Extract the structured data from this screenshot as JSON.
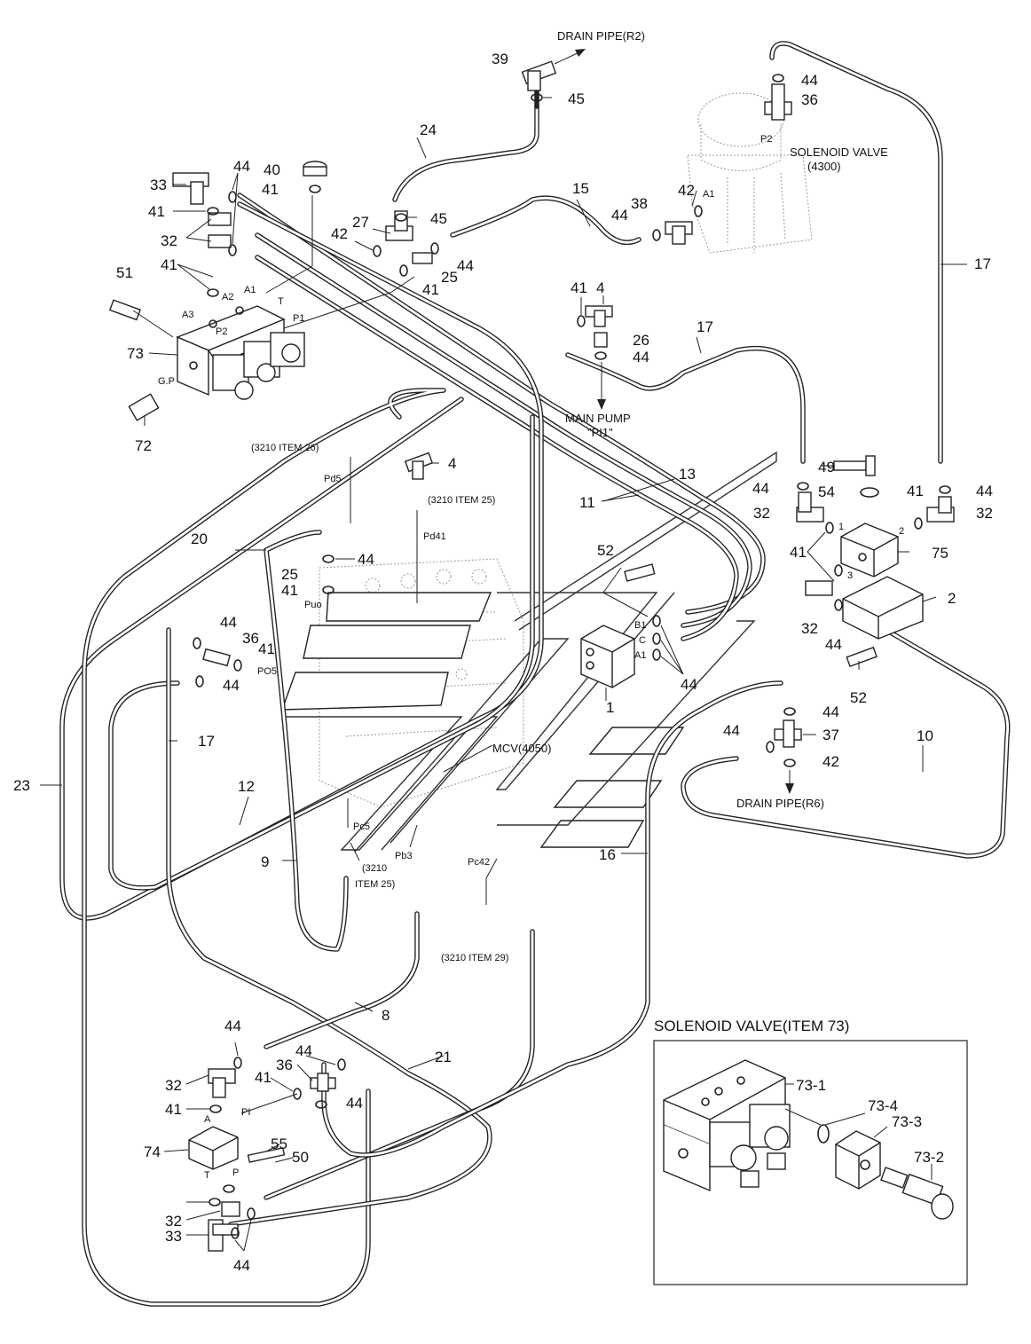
{
  "diagram": {
    "titles": {
      "drain_r2": "DRAIN PIPE(R2)",
      "sol_valve": "SOLENOID VALVE",
      "sol_valve_code": "(4300)",
      "main_pump": "MAIN PUMP",
      "main_pump_port": "\"PI1\"",
      "mcv": "MCV(4050)",
      "drain_r6": "DRAIN PIPE(R6)",
      "inset_title": "SOLENOID VALVE(ITEM 73)"
    },
    "refs": {
      "item26": "(3210 ITEM 26)",
      "item25": "(3210 ITEM 25)",
      "item25_a": "(3210",
      "item25_b": "ITEM 25)",
      "item29": "(3210 ITEM 29)"
    },
    "ports": {
      "a1": "A1",
      "a2": "A2",
      "a3": "A3",
      "t": "T",
      "p1": "P1",
      "p2": "P2",
      "gp": "G.P",
      "pd5": "Pd5",
      "pd41": "Pd41",
      "puo": "Puo",
      "po5": "PO5",
      "pc5": "Pc5",
      "pb3": "Pb3",
      "pc42": "Pc42",
      "b1": "B1",
      "c": "C",
      "a1b": "A1",
      "p2b": "P2",
      "a1c": "A1",
      "n1": "1",
      "n2": "2",
      "n3": "3",
      "a": "A",
      "pi": "PI",
      "tt": "T",
      "pp": "P"
    },
    "parts": {
      "p1": "1",
      "p2": "2",
      "p4a": "4",
      "p4b": "4",
      "p8": "8",
      "p9": "9",
      "p10": "10",
      "p11": "11",
      "p12": "12",
      "p13": "13",
      "p15": "15",
      "p16": "16",
      "p17a": "17",
      "p17b": "17",
      "p17c": "17",
      "p20": "20",
      "p21": "21",
      "p23": "23",
      "p24": "24",
      "p25a": "25",
      "p25b": "25",
      "p26": "26",
      "p27": "27",
      "p32a": "32",
      "p32b": "32",
      "p32c": "32",
      "p32d": "32",
      "p32e": "32",
      "p32f": "32",
      "p33a": "33",
      "p33b": "33",
      "p36a": "36",
      "p36b": "36",
      "p36c": "36",
      "p37": "37",
      "p38": "38",
      "p39": "39",
      "p40": "40",
      "p41a": "41",
      "p41b": "41",
      "p41c": "41",
      "p41d": "41",
      "p41e": "41",
      "p41f": "41",
      "p41g": "41",
      "p41h": "41",
      "p41i": "41",
      "p41j": "41",
      "p41k": "41",
      "p42a": "42",
      "p42b": "42",
      "p42c": "42",
      "p44a": "44",
      "p44b": "44",
      "p44c": "44",
      "p44d": "44",
      "p44e": "44",
      "p44f": "44",
      "p44g": "44",
      "p44h": "44",
      "p44i": "44",
      "p44j": "44",
      "p44k": "44",
      "p44l": "44",
      "p44m": "44",
      "p44n": "44",
      "p44o": "44",
      "p44p": "44",
      "p44q": "44",
      "p44r": "44",
      "p45a": "45",
      "p45b": "45",
      "p49": "49",
      "p50": "50",
      "p51": "51",
      "p52a": "52",
      "p52b": "52",
      "p54": "54",
      "p55": "55",
      "p72": "72",
      "p73": "73",
      "p74": "74",
      "p75": "75",
      "p73_1": "73-1",
      "p73_2": "73-2",
      "p73_3": "73-3",
      "p73_4": "73-4"
    }
  }
}
